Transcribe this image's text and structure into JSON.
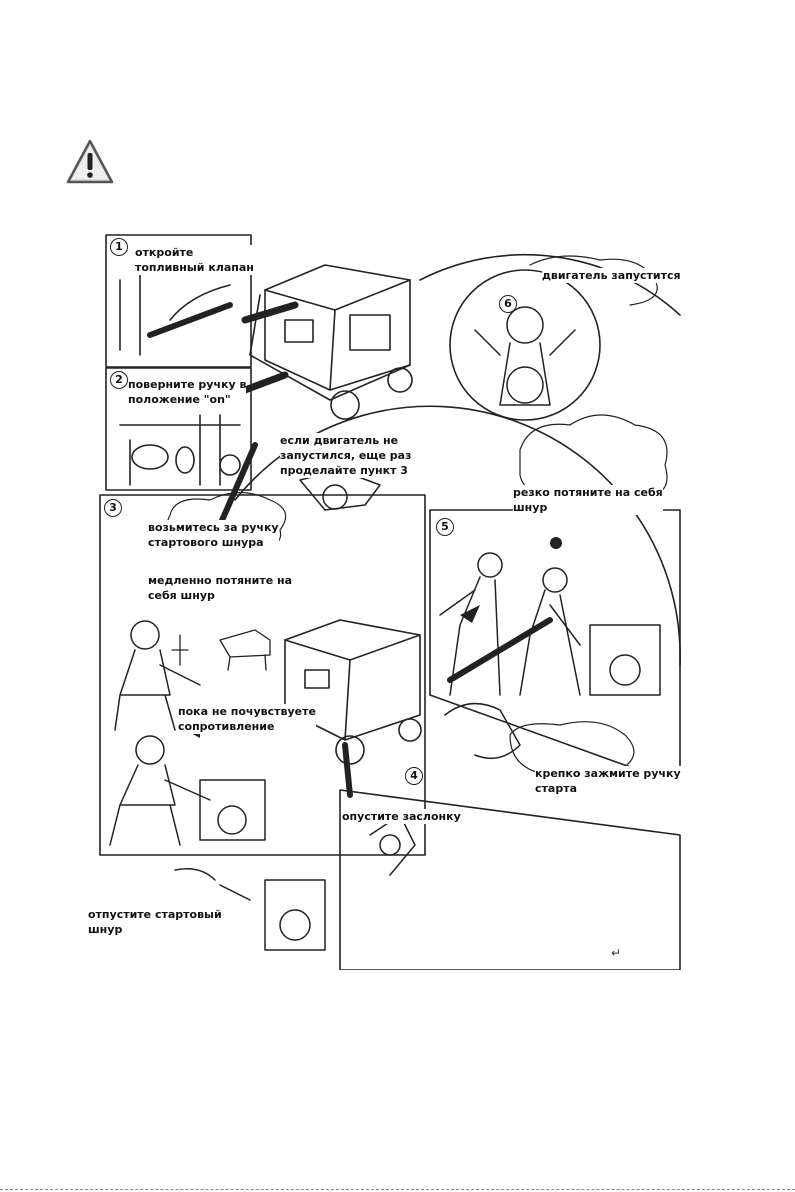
{
  "icons": {
    "warning": "warning-triangle-icon",
    "return": "return-mark-icon"
  },
  "steps": [
    {
      "num": "1",
      "label": "откройте\nтопливный клапан"
    },
    {
      "num": "2",
      "label": "поверните ручку в\nположение \"on\""
    },
    {
      "num": "3",
      "label": "возьмитесь за ручку\nстартового шнура"
    },
    {
      "num": "4",
      "label": "опустите заслонку"
    },
    {
      "num": "5",
      "label": "резко потяните на себя\nшнур"
    },
    {
      "num": "6",
      "label": "двигатель запустится"
    }
  ],
  "notes": {
    "retry": "если двигатель не\nзапустился, еще раз\nпроделайте пункт 3",
    "slow_pull": "медленно потяните на\nсебя шнур",
    "resistance": "пока не почувствуете\nсопротивление",
    "grip": "крепко зажмите ручку\nстарта",
    "release": "отпустите стартовый\nшнур"
  },
  "return_mark": "↵"
}
